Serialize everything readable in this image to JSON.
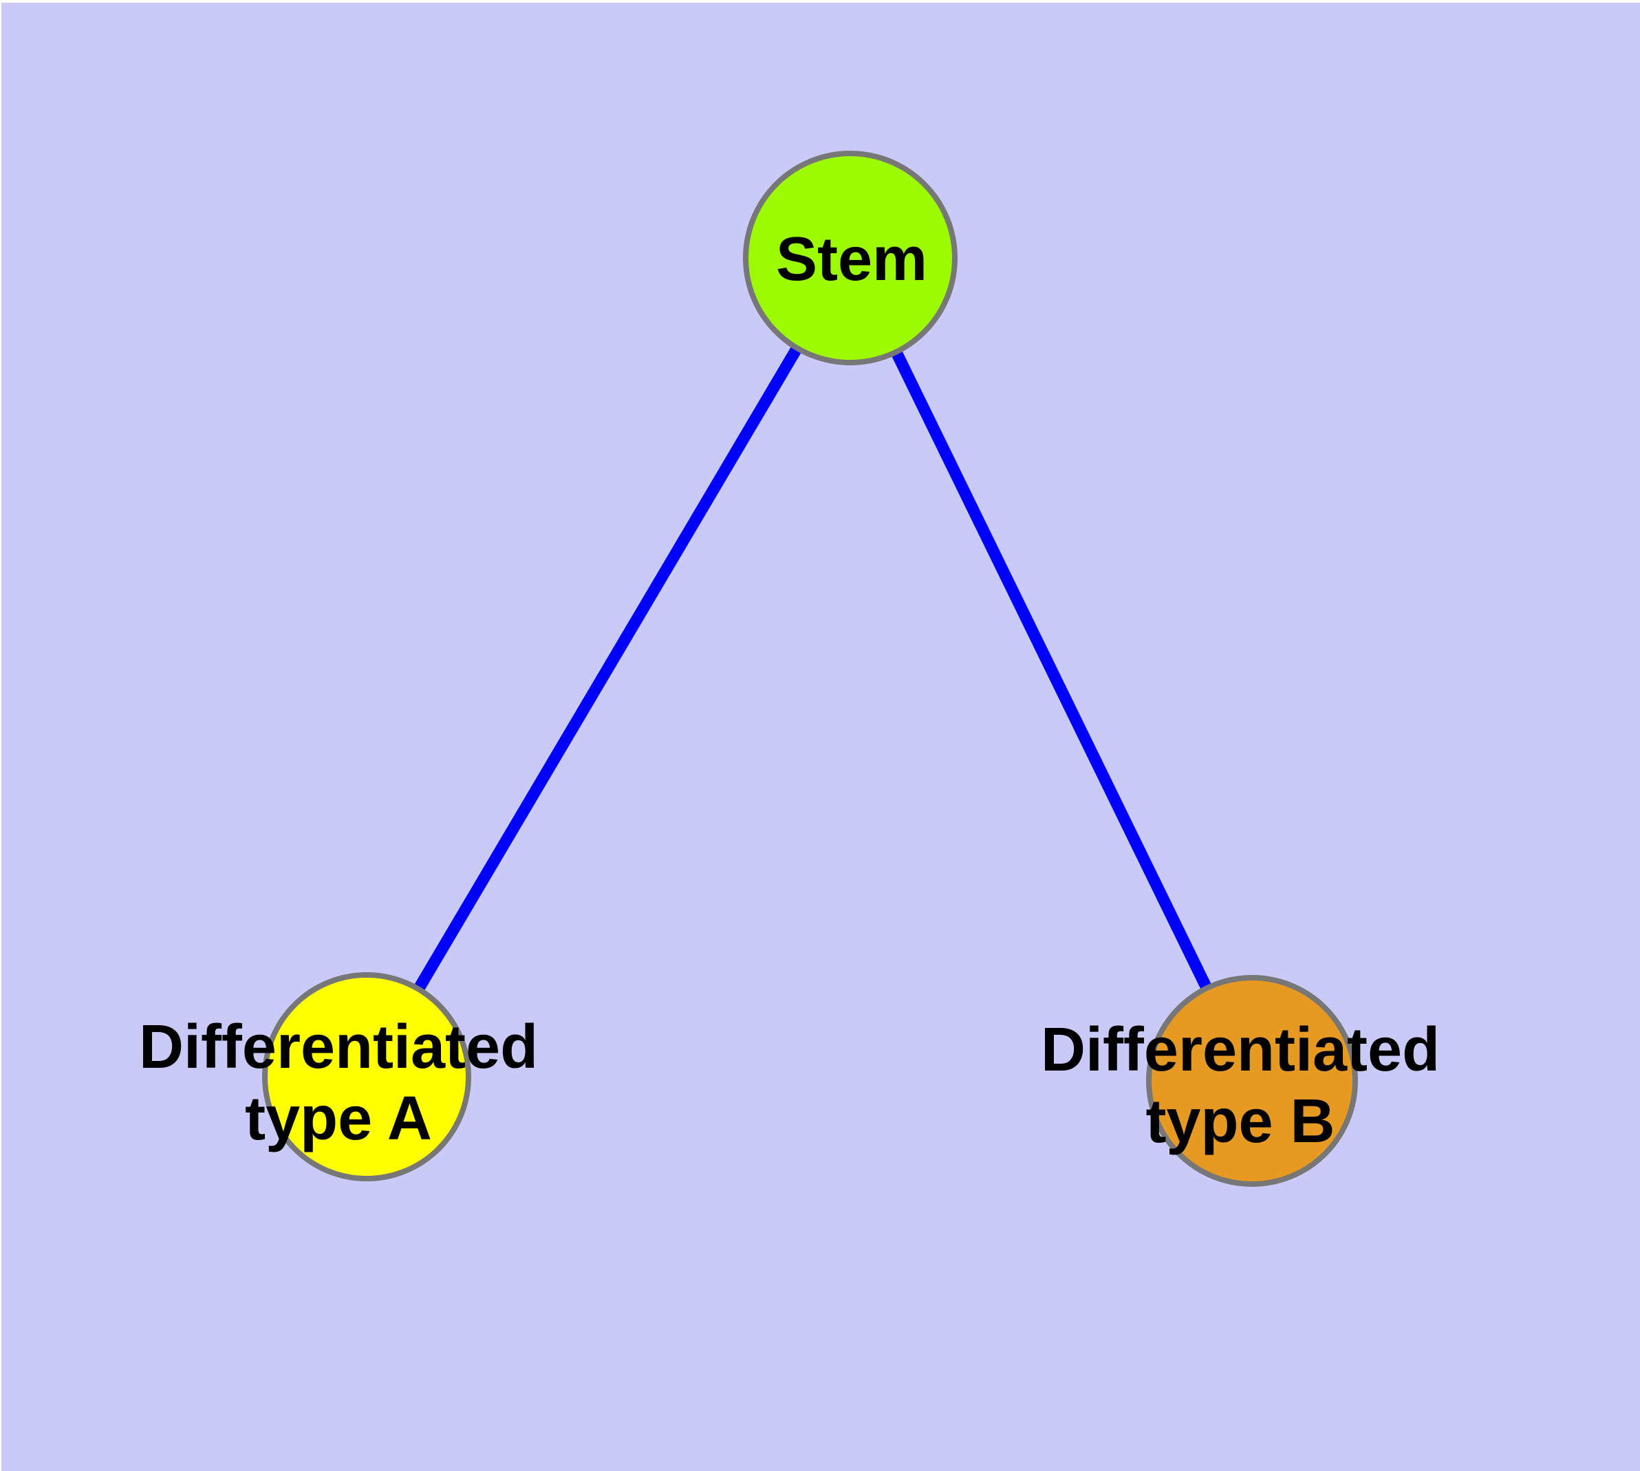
{
  "background_color": "#CACAF8",
  "graph": {
    "edge_color": "#0000FF",
    "node_border_color": "#777777",
    "label_text_color": "#000000",
    "nodes": {
      "stem": {
        "label": "Stem",
        "fill": "#9CFB00"
      },
      "type_a": {
        "label": "Differentiated type A",
        "line1": "Differentiated",
        "line2": "type A",
        "fill": "#FFFF00"
      },
      "type_b": {
        "label": "Differentiated type B",
        "line1": "Differentiated",
        "line2": "type B",
        "fill": "#E69A22"
      }
    },
    "edges": [
      {
        "from": "stem",
        "to": "type_a"
      },
      {
        "from": "stem",
        "to": "type_b"
      }
    ]
  }
}
